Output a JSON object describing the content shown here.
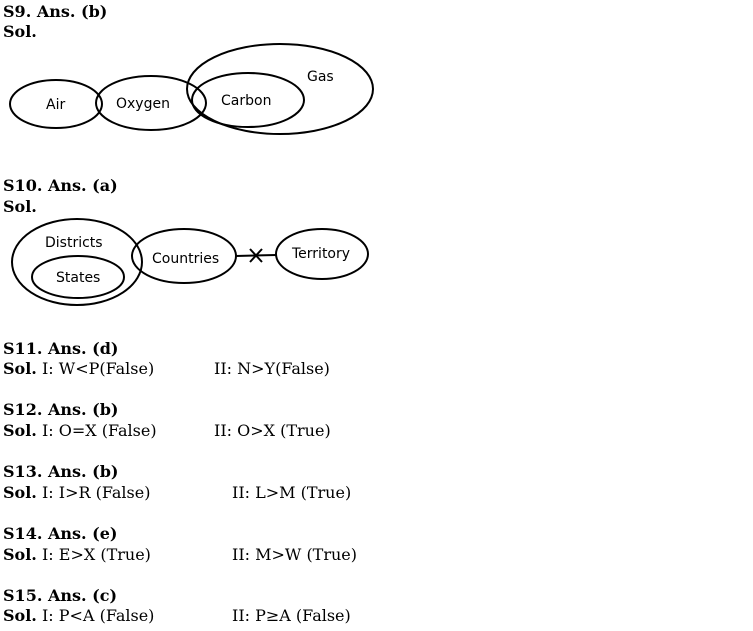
{
  "q9": {
    "ans": "S9. Ans. (b)",
    "sol": "Sol.",
    "diagram": {
      "air": "Air",
      "oxygen": "Oxygen",
      "carbon": "Carbon",
      "gas": "Gas"
    }
  },
  "q10": {
    "ans": "S10. Ans. (a)",
    "sol": "Sol.",
    "diagram": {
      "districts": "Districts",
      "states": "States",
      "countries": "Countries",
      "territory": "Territory"
    }
  },
  "q11": {
    "ans": "S11. Ans. (d)",
    "sol": "Sol.",
    "s1": " I: W<P(False)",
    "s2": "II: N>Y(False)"
  },
  "q12": {
    "ans": "S12. Ans. (b)",
    "sol": "Sol.",
    "s1": " I: O=X (False)",
    "s2": "II: O>X (True)"
  },
  "q13": {
    "ans": "S13. Ans. (b)",
    "sol": "Sol.",
    "s1": " I: I>R (False)",
    "s2": "II: L>M (True)"
  },
  "q14": {
    "ans": "S14. Ans. (e)",
    "sol": "Sol.",
    "s1": " I: E>X (True)",
    "s2": "II: M>W (True)"
  },
  "q15": {
    "ans": "S15. Ans. (c)",
    "sol": "Sol.",
    "s1": " I: P<A (False)",
    "s2": "II: P≥A (False)"
  }
}
